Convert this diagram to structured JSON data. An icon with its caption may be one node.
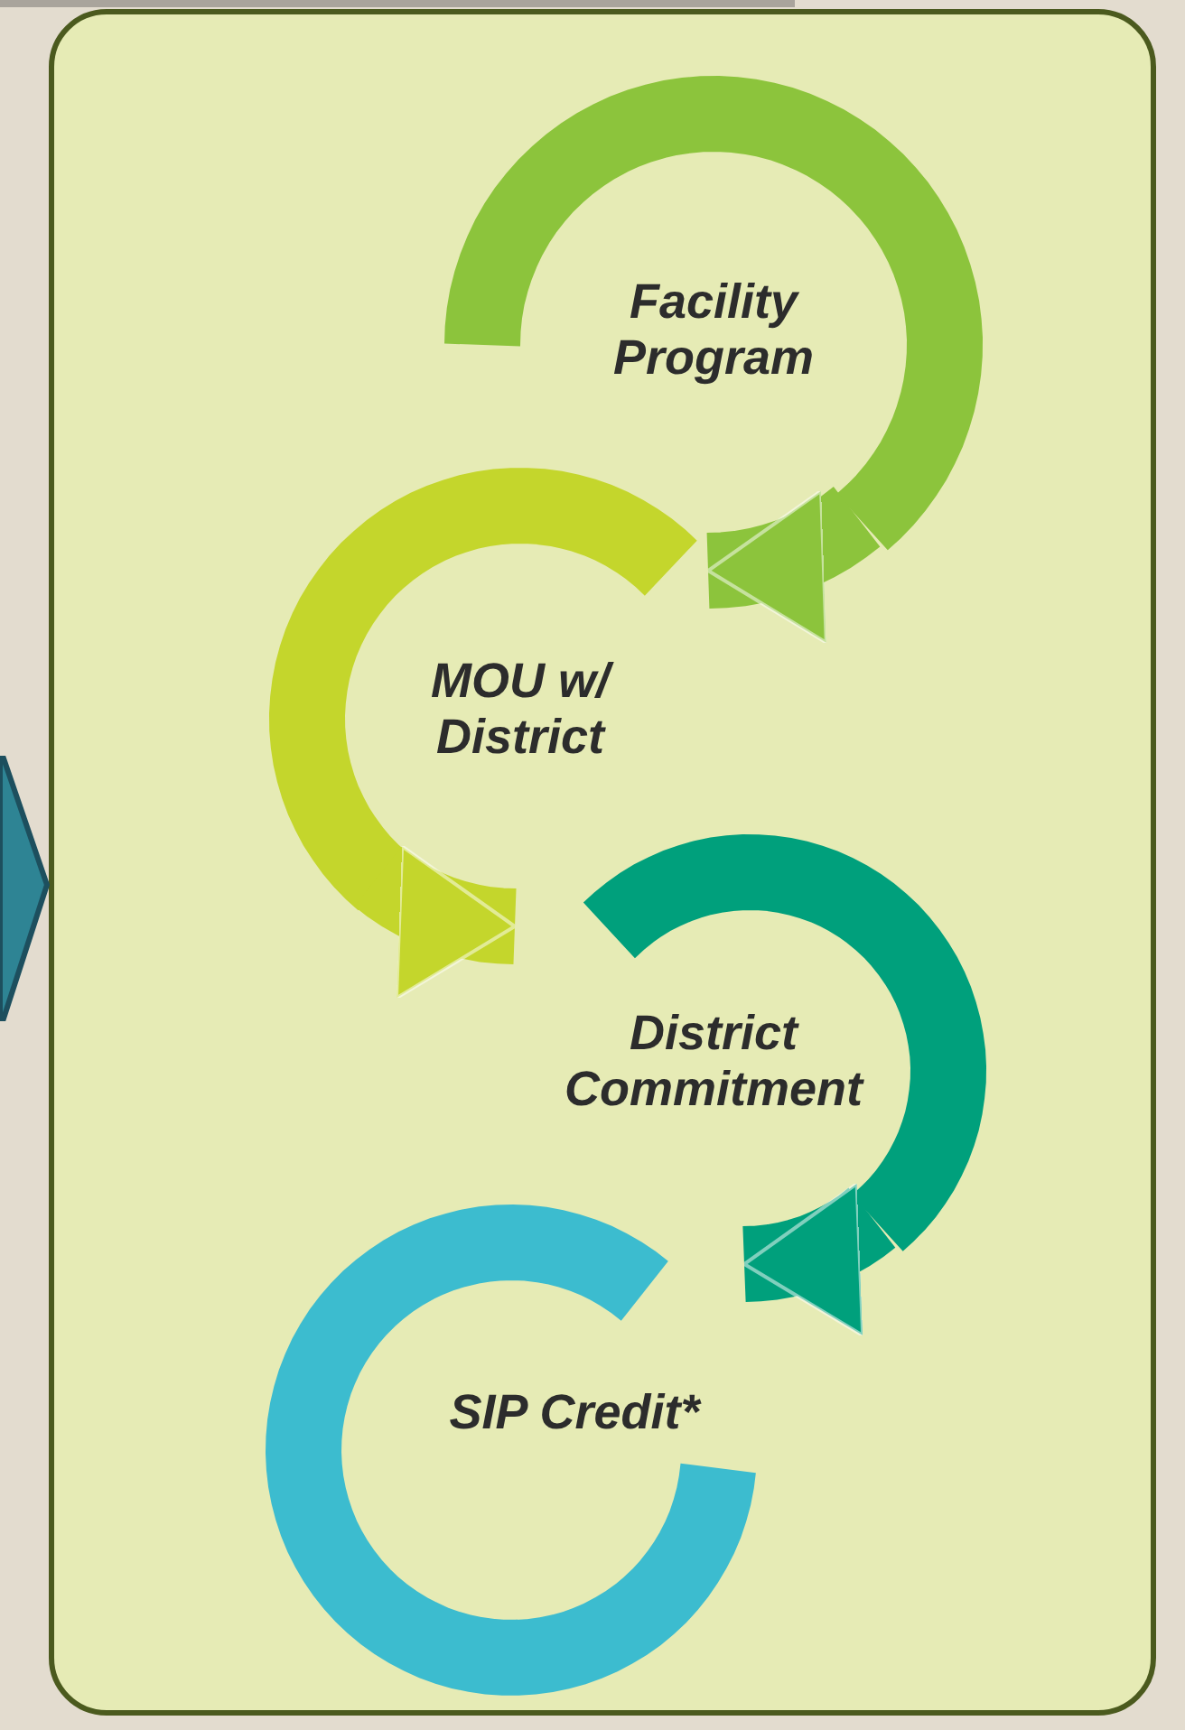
{
  "diagram": {
    "nodes": [
      {
        "text": [],
        "shape": "box"
      },
      {
        "text": [
          "Facility Program"
        ],
        "in": 0
      },
      {
        "text": [
          "MOU w/ District"
        ],
        "in": 0
      },
      {
        "text": [
          "District Commitment"
        ],
        "in": 0
      },
      {
        "text": [
          "SIP Credit*"
        ],
        "in": 0
      },
      {
        "text": [],
        "shape": "chevron"
      }
    ],
    "edges": [
      {
        "from": 1,
        "to": 2,
        "arrow": "to",
        "color": "#8cc43c"
      },
      {
        "from": 2,
        "to": 3,
        "arrow": "to",
        "color": "#c4d62c"
      },
      {
        "from": 3,
        "to": 4,
        "arrow": "to",
        "color": "#00a07c"
      }
    ]
  }
}
